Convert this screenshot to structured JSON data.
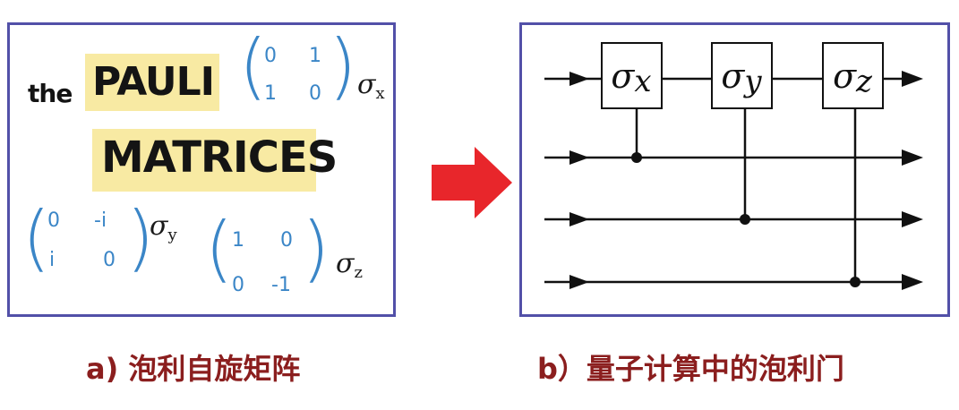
{
  "panel_a": {
    "word_the": "the",
    "word_pauli": "PAULI",
    "word_matrices": "MATRICES",
    "sigma_x": {
      "symbol": "σ",
      "sub": "x",
      "entries": [
        "0",
        "1",
        "1",
        "0"
      ]
    },
    "sigma_y": {
      "symbol": "σ",
      "sub": "y",
      "entries": [
        "0",
        "-i",
        "i",
        "0"
      ]
    },
    "sigma_z": {
      "symbol": "σ",
      "sub": "z",
      "entries": [
        "1",
        "0",
        "0",
        "-1"
      ]
    },
    "colors": {
      "highlight": "#f8eaa3",
      "matrix": "#3b86c7",
      "border": "#5250a8"
    }
  },
  "arrow": {
    "color": "#e8262b"
  },
  "panel_b": {
    "gates": [
      {
        "symbol": "σ",
        "sub": "x"
      },
      {
        "symbol": "σ",
        "sub": "y"
      },
      {
        "symbol": "σ",
        "sub": "z"
      }
    ]
  },
  "captions": {
    "a": "a) 泡利自旋矩阵",
    "b": "b）量子计算中的泡利门"
  }
}
